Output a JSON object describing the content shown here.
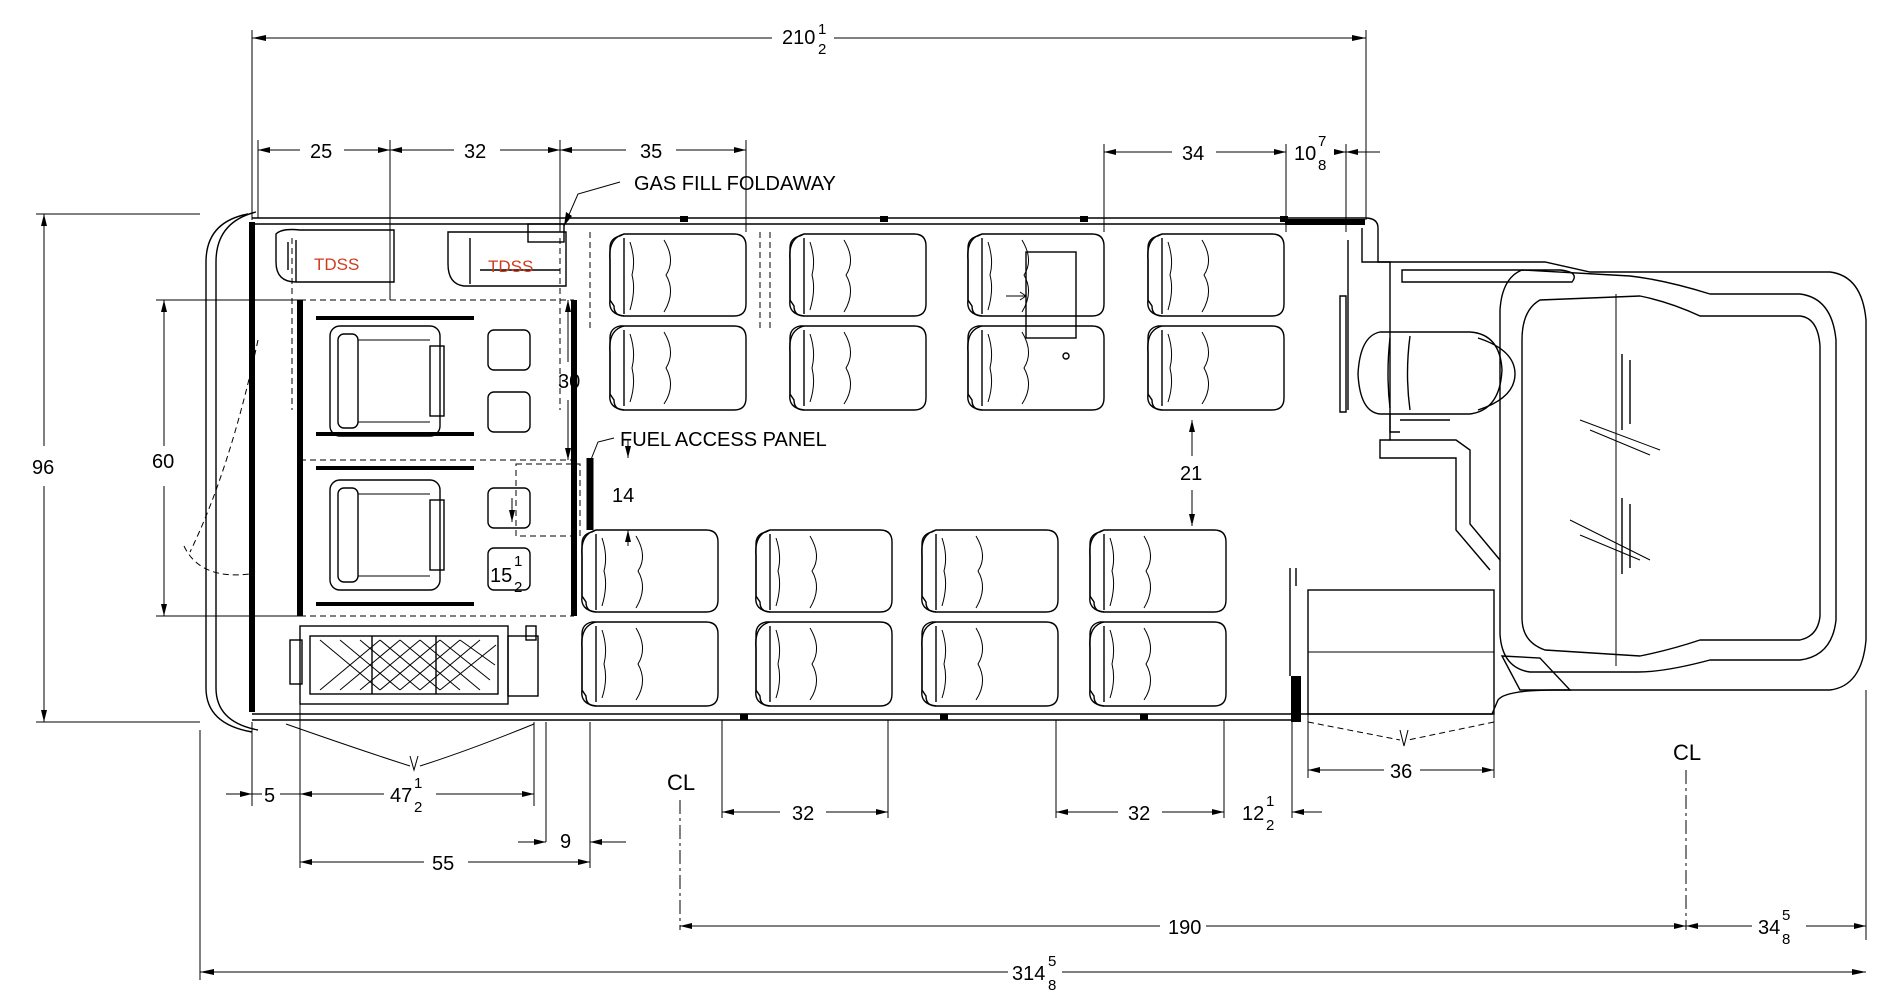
{
  "colors": {
    "line": "#000000",
    "tdss": "#d23a1e",
    "background": "#ffffff"
  },
  "labels": {
    "gas_fill": "GAS FILL FOLDAWAY",
    "fuel_panel": "FUEL ACCESS PANEL",
    "tdss_1": "TDSS",
    "tdss_2": "TDSS",
    "centerline_1": "CL",
    "centerline_2": "CL"
  },
  "dimensions": {
    "overall_top": {
      "whole": "210",
      "num": "1",
      "den": "2"
    },
    "seg_25": "25",
    "seg_32_top": "32",
    "seg_35": "35",
    "seg_34": "34",
    "driver_gap": {
      "whole": "10",
      "num": "7",
      "den": "8"
    },
    "width_96": "96",
    "width_60": "60",
    "lift_30": "30",
    "panel_14": "14",
    "aisle_21": "21",
    "lift_15": {
      "whole": "15",
      "num": "1",
      "den": "2"
    },
    "rear_5": "5",
    "door_47": {
      "whole": "47",
      "num": "1",
      "den": "2"
    },
    "gap_9": "9",
    "rear_55": "55",
    "pitch_32_a": "32",
    "pitch_32_b": "32",
    "front_12": {
      "whole": "12",
      "num": "1",
      "den": "2"
    },
    "door_36": "36",
    "wheelbase_190": "190",
    "front_34": {
      "whole": "34",
      "num": "5",
      "den": "8"
    },
    "overall_bottom": {
      "whole": "314",
      "num": "5",
      "den": "8"
    }
  }
}
